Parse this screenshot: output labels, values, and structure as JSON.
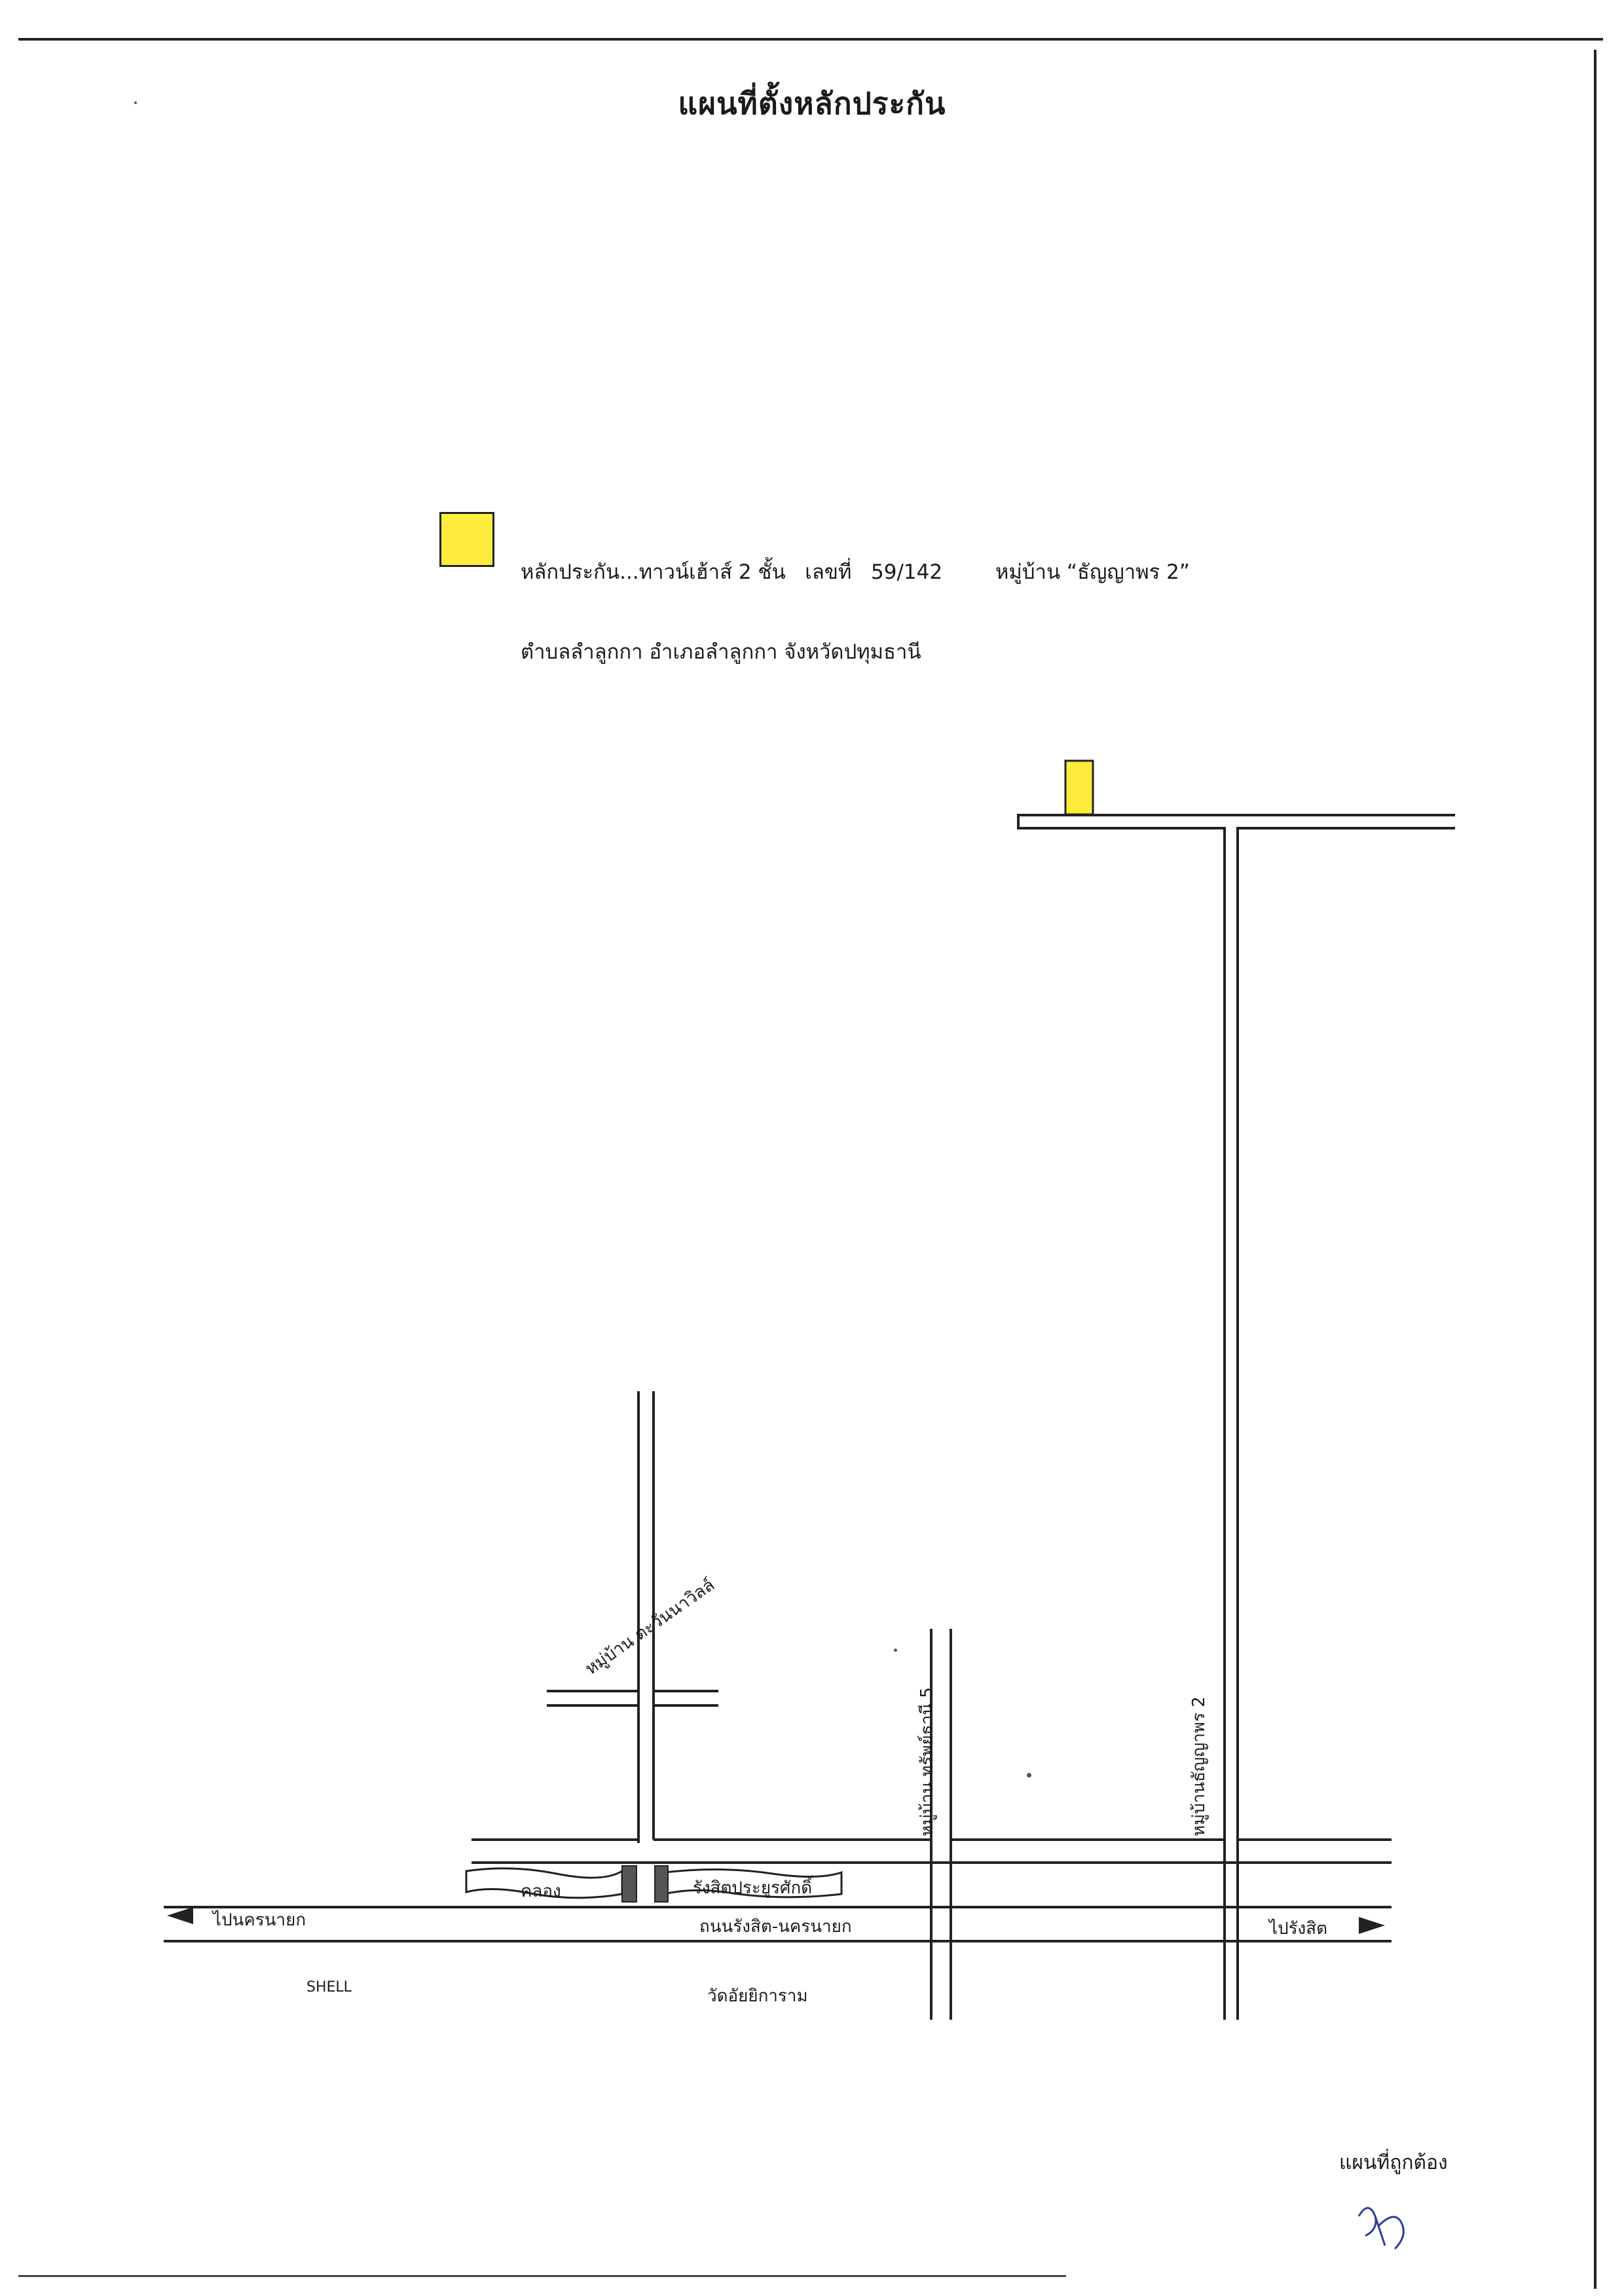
{
  "title": "แผนที่ตั้งหลักประกัน",
  "collateral": {
    "line1_prefix": "หลักประกัน...ทาวน์เฮ้าส์ 2 ชั้น",
    "line1_number_label": "เลขที่",
    "line1_number": "59/142",
    "line1_village": "หมู่บ้าน “ธัญญาพร 2”",
    "line2": "ตำบลลำลูกกา อำเภอลำลูกกา จังหวัดปทุมธานี",
    "marker_color": "#ffeb3b"
  },
  "map_labels": {
    "village_tawan": "หมู่บ้าน ตะวันนาวิลล์",
    "village_sap": "หมู่บ้าน ทรัพย์ธานี 5",
    "village_thanya": "หมู่บ้านธัญญาพร 2",
    "canal": "คลอง",
    "road_side": "รังสิตประยูรศักดิ์",
    "main_road": "ถนนรังสิต-นครนายก",
    "to_nakhon_nayok": "ไปนครนายก",
    "to_rangsit": "ไปรังสิต",
    "shell": "SHELL",
    "temple": "วัดอัยยิการาม"
  },
  "footer": {
    "certified": "แผนที่ถูกต้อง"
  }
}
